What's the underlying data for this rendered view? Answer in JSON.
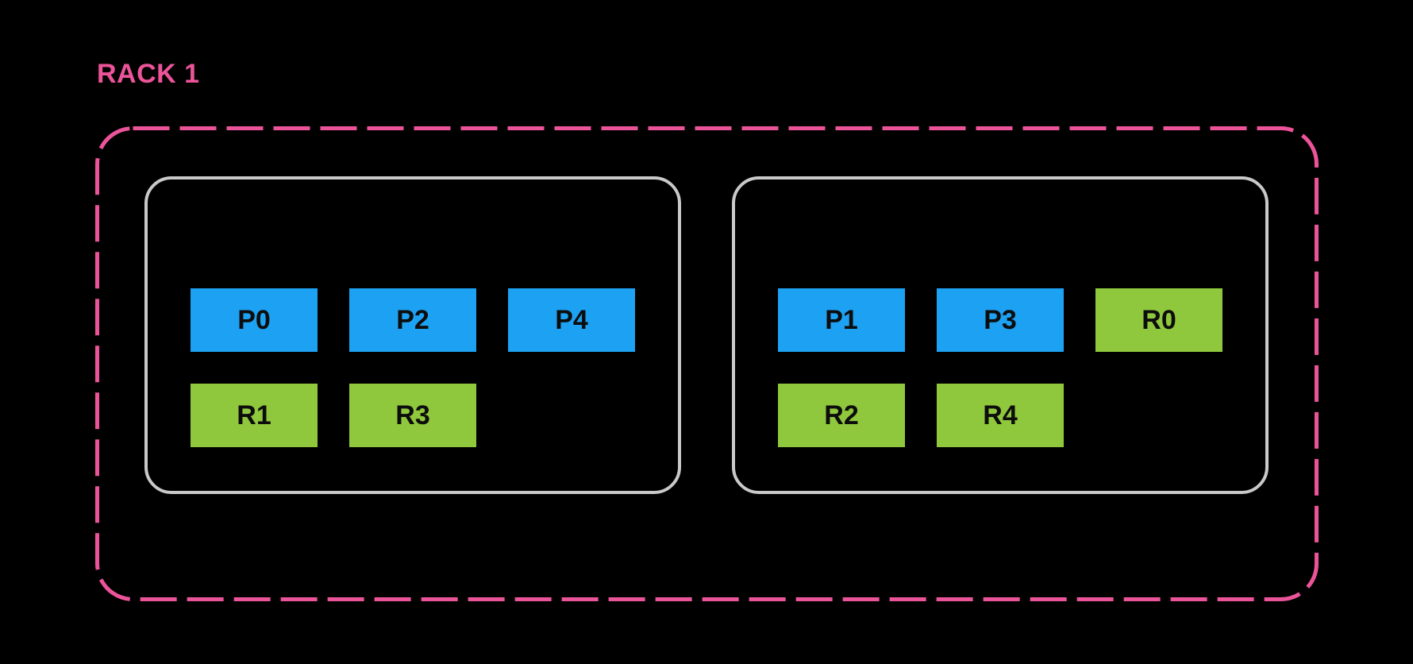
{
  "colors": {
    "background": "#000000",
    "rack_border": "#ec5499",
    "rack_label": "#ec5499",
    "node_border": "#c9c9c9",
    "partition_fill": "#1da1f2",
    "replica_fill": "#8fc83c",
    "box_text": "#0d0d0d"
  },
  "rack": {
    "label": "RACK 1",
    "nodes": [
      {
        "rows": [
          [
            {
              "label": "P0",
              "type": "partition"
            },
            {
              "label": "P2",
              "type": "partition"
            },
            {
              "label": "P4",
              "type": "partition"
            }
          ],
          [
            {
              "label": "R1",
              "type": "replica"
            },
            {
              "label": "R3",
              "type": "replica"
            }
          ]
        ]
      },
      {
        "rows": [
          [
            {
              "label": "P1",
              "type": "partition"
            },
            {
              "label": "P3",
              "type": "partition"
            },
            {
              "label": "R0",
              "type": "replica"
            }
          ],
          [
            {
              "label": "R2",
              "type": "replica"
            },
            {
              "label": "R4",
              "type": "replica"
            }
          ]
        ]
      }
    ]
  }
}
